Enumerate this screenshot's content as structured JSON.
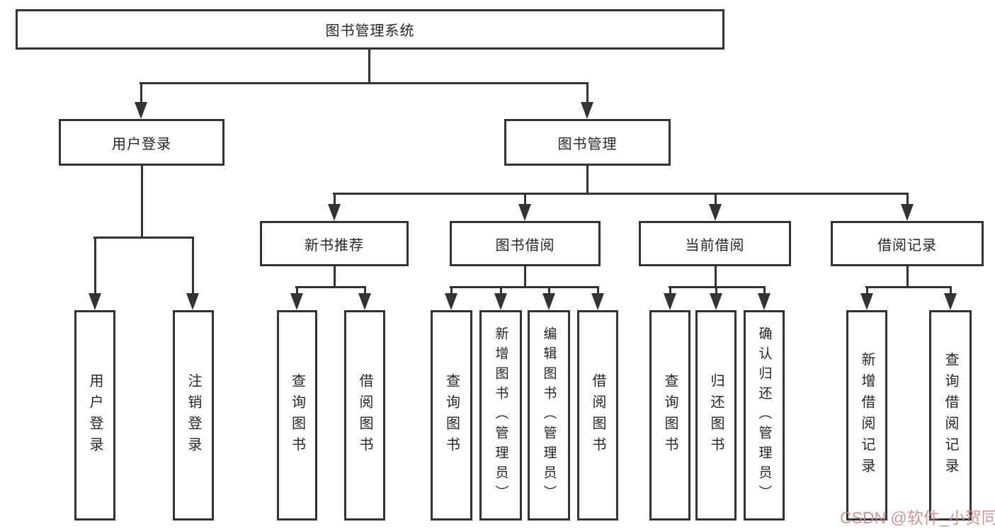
{
  "diagram": {
    "root": "图书管理系统",
    "branches": {
      "user_login": {
        "label": "用户登录",
        "children": [
          "用户登录",
          "注销登录"
        ]
      },
      "book_management": {
        "label": "图书管理",
        "sections": {
          "new_book_recommend": {
            "label": "新书推荐",
            "children": [
              "查询图书",
              "借阅图书"
            ]
          },
          "book_borrowing": {
            "label": "图书借阅",
            "children": [
              "查询图书",
              "新增图书（管理员）",
              "编辑图书（管理员）",
              "借阅图书"
            ]
          },
          "current_borrowing": {
            "label": "当前借阅",
            "children": [
              "查询图书",
              "归还图书",
              "确认归还（管理员）"
            ]
          },
          "borrowing_records": {
            "label": "借阅记录",
            "children": [
              "新增借阅记录",
              "查询借阅记录"
            ]
          }
        }
      }
    },
    "watermark": "CSDN @软件_小贺同学",
    "colors": {
      "line": "#333333",
      "box_border": "#333333",
      "background": "#ffffff",
      "watermark": "#c48686"
    }
  }
}
